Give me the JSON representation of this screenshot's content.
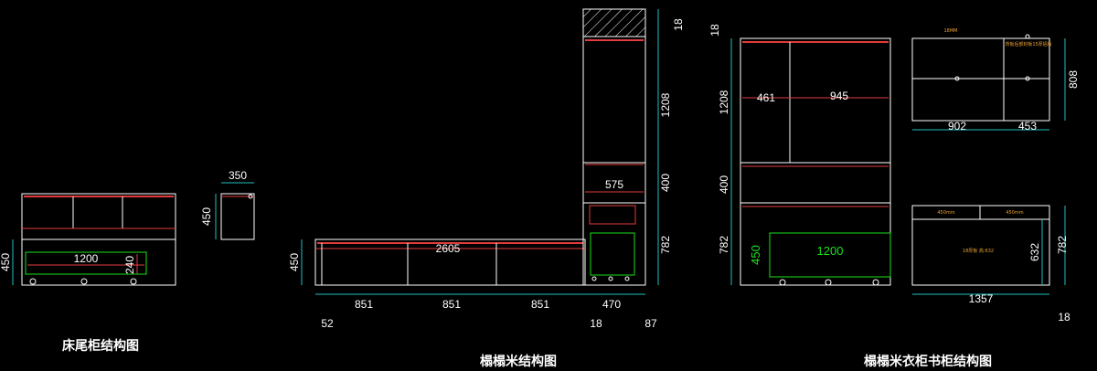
{
  "colors": {
    "background": "#000000",
    "outline": "#ffffff",
    "shelf": "#e23b3b",
    "drawer": "#19e019",
    "dimline": "#1fbfbf",
    "note": "#e8a030",
    "hatch": "#ffffff"
  },
  "captions": {
    "bed_end": "床尾柜结构图",
    "tatami": "榻榻米结构图",
    "wardrobe": "榻榻米衣柜书柜结构图"
  },
  "bed_end": {
    "w350": "350",
    "h450_small": "450",
    "h450": "450",
    "w1200": "1200",
    "h240": "240"
  },
  "tatami": {
    "w2605": "2605",
    "h450": "450",
    "seg1": "851",
    "seg2": "851",
    "seg3": "851",
    "seg4": "470",
    "w52": "52",
    "w18": "18",
    "w87": "87",
    "w575": "575",
    "h18": "18",
    "h1208": "1208",
    "h400": "400",
    "h782": "782"
  },
  "wardrobe": {
    "h18": "18",
    "h1208": "1208",
    "h400": "400",
    "h782": "782",
    "w461": "461",
    "w945": "945",
    "drawer_w": "1200",
    "drawer_h": "450",
    "h18_bottom": "18"
  },
  "bookcase": {
    "h808": "808",
    "w902": "902",
    "w453": "453",
    "w1357": "1357",
    "h632": "632",
    "h782": "782",
    "note_top_left": "18MM",
    "note_top_right": "背板后部封板15厚铝板",
    "note_drawer_left": "450mm",
    "note_drawer_right": "450mm",
    "note_body": "18厚板 高:632"
  }
}
